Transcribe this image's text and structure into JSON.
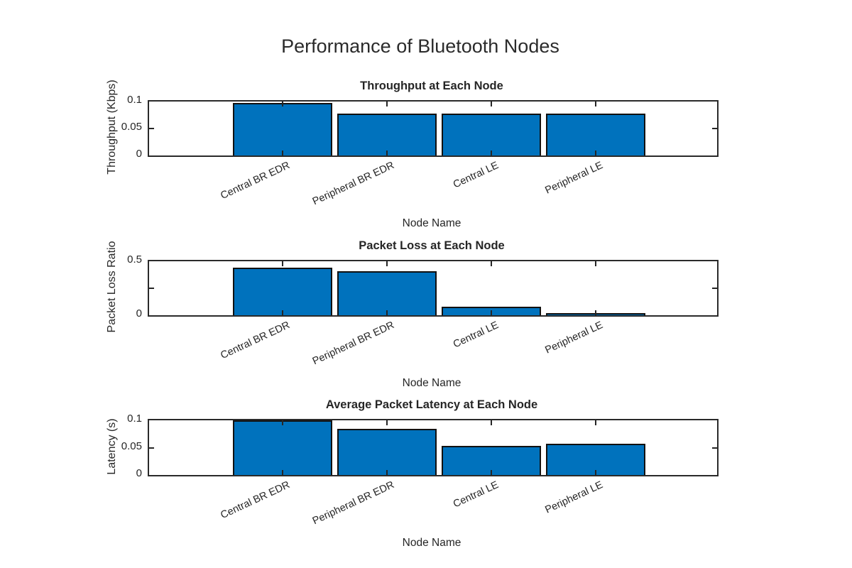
{
  "figure": {
    "title": "Performance of Bluetooth Nodes"
  },
  "colors": {
    "bar_fill": "#0072BD",
    "bar_edge": "#111111",
    "axis": "#2a2a2a",
    "text": "#262626",
    "background": "#ffffff"
  },
  "chart_data": [
    {
      "type": "bar",
      "title": "Throughput at Each Node",
      "xlabel": "Node Name",
      "ylabel": "Throughput (Kbps)",
      "categories": [
        "Central BR EDR",
        "Peripheral BR EDR",
        "Central LE",
        "Peripheral LE"
      ],
      "values": [
        0.097,
        0.078,
        0.078,
        0.078
      ],
      "ylim": [
        0,
        0.1
      ],
      "yticks": [
        {
          "v": 0,
          "label": "0"
        },
        {
          "v": 0.05,
          "label": "0.05"
        },
        {
          "v": 0.1,
          "label": "0.1"
        }
      ],
      "grid": false,
      "legend": "none"
    },
    {
      "type": "bar",
      "title": "Packet Loss at Each Node",
      "xlabel": "Node Name",
      "ylabel": "Packet Loss Ratio",
      "categories": [
        "Central BR EDR",
        "Peripheral BR EDR",
        "Central LE",
        "Peripheral LE"
      ],
      "values": [
        0.44,
        0.41,
        0.08,
        0.02
      ],
      "ylim": [
        0,
        0.5
      ],
      "yticks": [
        {
          "v": 0,
          "label": "0"
        },
        {
          "v": 0.25,
          "label": ""
        },
        {
          "v": 0.5,
          "label": "0.5"
        }
      ],
      "grid": false,
      "legend": "none"
    },
    {
      "type": "bar",
      "title": "Average Packet Latency at Each Node",
      "xlabel": "Node Name",
      "ylabel": "Latency (s)",
      "categories": [
        "Central BR EDR",
        "Peripheral BR EDR",
        "Central LE",
        "Peripheral LE"
      ],
      "values": [
        0.1,
        0.085,
        0.053,
        0.057
      ],
      "ylim": [
        0,
        0.1
      ],
      "yticks": [
        {
          "v": 0,
          "label": "0"
        },
        {
          "v": 0.05,
          "label": "0.05"
        },
        {
          "v": 0.1,
          "label": "0.1"
        }
      ],
      "grid": false,
      "legend": "none"
    }
  ]
}
